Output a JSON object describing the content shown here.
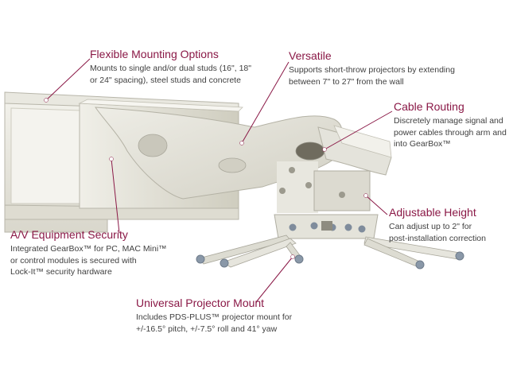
{
  "callouts": {
    "flexible": {
      "title": "Flexible Mounting Options",
      "line1": "Mounts to single and/or dual studs (16\", 18\"",
      "line2": "or 24\" spacing), steel studs and concrete"
    },
    "versatile": {
      "title": "Versatile",
      "line1": "Supports short-throw projectors by extending",
      "line2": "between 7\" to 27\" from the wall"
    },
    "cable": {
      "title": "Cable Routing",
      "line1": "Discretely manage signal and",
      "line2": "power cables through arm and",
      "line3": "into GearBox™"
    },
    "height": {
      "title": "Adjustable Height",
      "line1": "Can adjust up to 2\" for",
      "line2": "post-installation correction"
    },
    "security": {
      "title": "A/V Equipment Security",
      "line1": "Integrated GearBox™ for PC, MAC Mini™",
      "line2": "or control modules is secured with",
      "line3": "Lock-It™ security hardware"
    },
    "universal": {
      "title": "Universal Projector Mount",
      "line1": "Includes PDS-PLUS™ projector mount for",
      "line2": "+/-16.5° pitch, +/-7.5° roll and 41° yaw"
    }
  },
  "colors": {
    "accent": "#8a1846",
    "body_text": "#404040",
    "mount": "#e6e4da"
  }
}
